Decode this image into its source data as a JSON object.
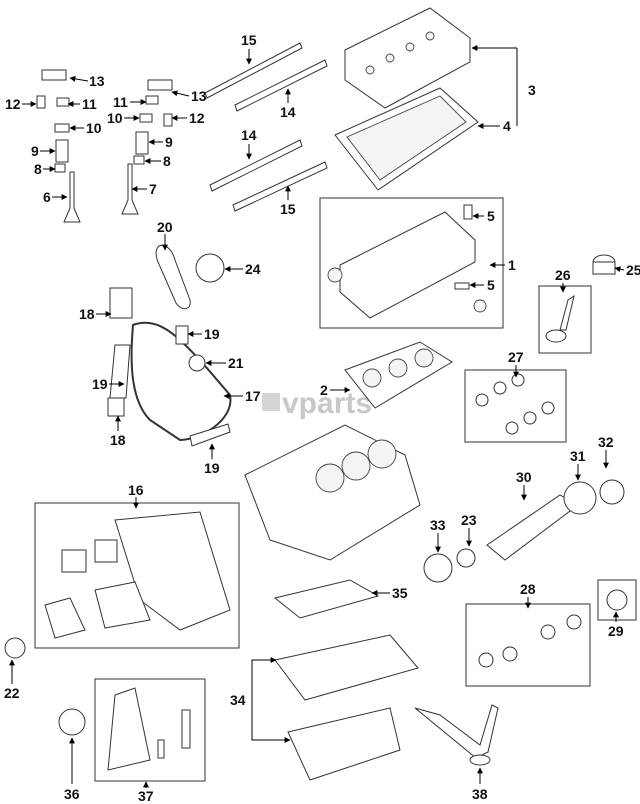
{
  "watermark": "vparts",
  "callouts": [
    "1",
    "2",
    "3",
    "4",
    "5",
    "6",
    "7",
    "8",
    "9",
    "10",
    "11",
    "12",
    "13",
    "14",
    "15",
    "16",
    "17",
    "18",
    "19",
    "20",
    "21",
    "22",
    "23",
    "24",
    "25",
    "26",
    "27",
    "28",
    "29",
    "30",
    "31",
    "32",
    "33",
    "34",
    "35",
    "36",
    "37",
    "38"
  ]
}
